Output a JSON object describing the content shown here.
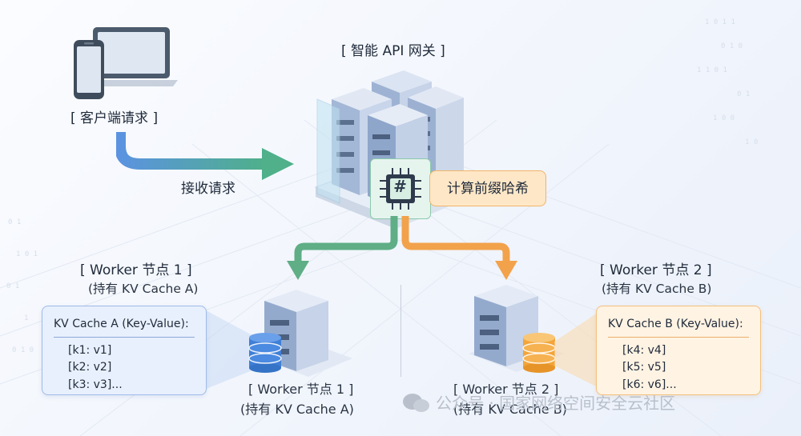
{
  "client": {
    "label": "[ 客户端请求 ]"
  },
  "receive": {
    "label": "接收请求"
  },
  "gateway": {
    "label": "[ 智能 API 网关 ]",
    "hash_label": "计算前缀哈希",
    "chip_symbol": "#"
  },
  "worker1": {
    "title": "[ Worker 节点 1 ]",
    "subtitle": "(持有 KV Cache A)",
    "bottom_title": "[ Worker 节点 1 ]",
    "bottom_subtitle": "(持有 KV Cache A)",
    "cache_title": "KV Cache A (Key-Value):",
    "cache_items": [
      "[k1: v1]",
      "[k2: v2]",
      "[k3: v3]..."
    ]
  },
  "worker2": {
    "title": "[ Worker 节点 2 ]",
    "subtitle": "(持有 KV Cache B)",
    "bottom_title": "[ Worker 节点 2 ]",
    "bottom_subtitle": "(持有 KV Cache B)",
    "cache_title": "KV Cache B (Key-Value):",
    "cache_items": [
      "[k4: v4]",
      "[k5: v5]",
      "[k6: v6]..."
    ]
  },
  "watermark": {
    "text": "公众号 · 国家网络空间安全云社区"
  },
  "colors": {
    "green_route": "#5fae86",
    "orange_route": "#f2a24b",
    "blue_db": "#3f7fd6",
    "orange_db": "#f3a53a"
  }
}
